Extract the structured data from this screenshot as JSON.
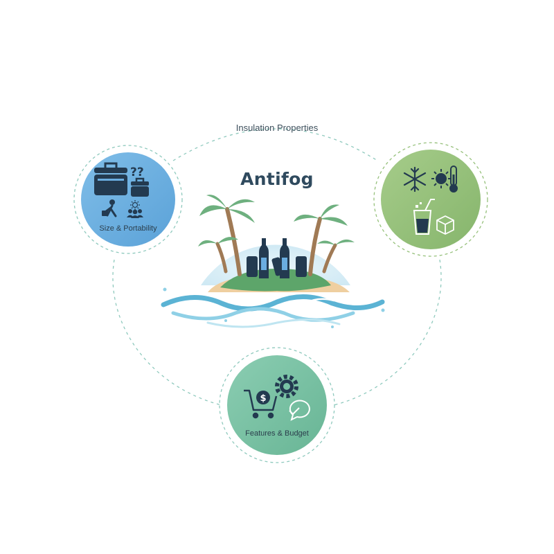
{
  "diagram": {
    "center_title": "Antifog",
    "connector_label": "Insulation Properties",
    "nodes": {
      "size_portability": {
        "label": "Size & Portability",
        "question_marks": "??",
        "icons": [
          "cooler-icon",
          "small-cooler-icon",
          "person-carrying-icon",
          "sun-icon",
          "group-icon"
        ]
      },
      "insulation": {
        "icons": [
          "snowflake-icon",
          "sun-icon",
          "thermometer-icon",
          "cold-drink-icon",
          "ice-cube-icon"
        ]
      },
      "features_budget": {
        "label": "Features & Budget",
        "icons": [
          "shopping-cart-icon",
          "dollar-icon",
          "gear-icon",
          "chat-check-icon"
        ]
      }
    },
    "colors": {
      "size_node": "#6aade0",
      "insulation_node": "#95c07a",
      "features_node": "#79c2a5",
      "dashed_lines": "#8ec9bd",
      "icon_dark": "#233a50",
      "title": "#2f4a5e"
    }
  }
}
